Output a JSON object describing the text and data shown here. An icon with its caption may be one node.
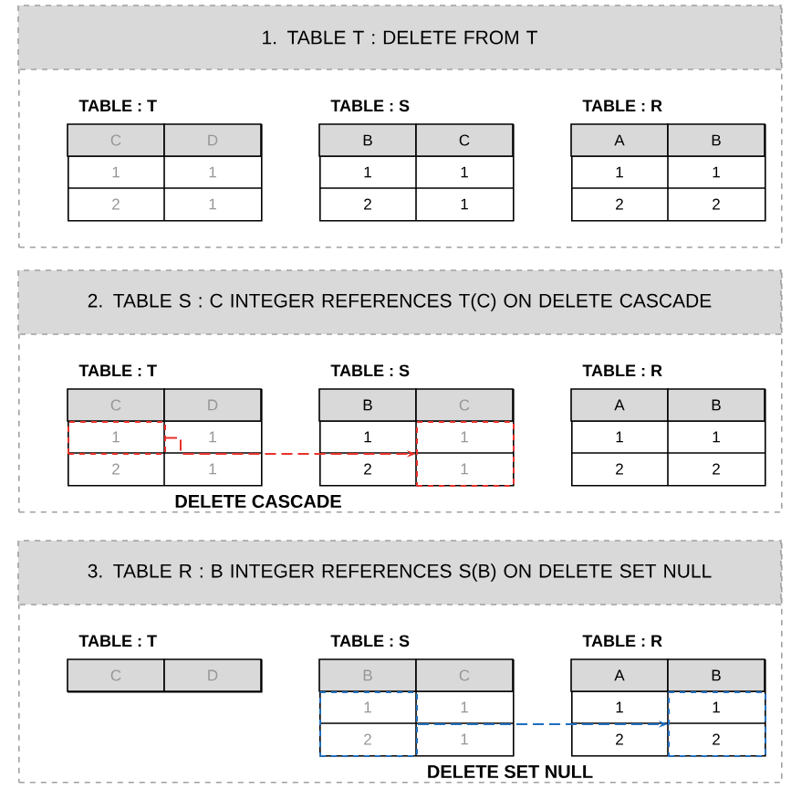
{
  "diagram": {
    "nodes": [
      {
        "text": [
          "1. TABLE T : DELETE FROM T"
        ]
      },
      {
        "text": [
          "TABLE : T",
          "C",
          "D",
          "1",
          "1",
          "2",
          "1"
        ],
        "in": 0
      },
      {
        "text": [
          "TABLE : S",
          "B",
          "C",
          "1",
          "1",
          "2",
          "1"
        ],
        "in": 0
      },
      {
        "text": [
          "TABLE : R",
          "A",
          "B",
          "1",
          "1",
          "2",
          "2"
        ],
        "in": 0
      },
      {
        "text": [
          "2. TABLE S : C INTEGER REFERENCES T(C) ON DELETE CASCADE"
        ]
      },
      {
        "text": [
          "TABLE : T",
          "C",
          "D",
          "1",
          "2",
          "1"
        ],
        "in": 4
      },
      {
        "text": [
          "TABLE : S",
          "B",
          "C",
          "1",
          "2"
        ],
        "in": 4
      },
      {
        "text": [
          "TABLE : R",
          "A",
          "B",
          "1",
          "1",
          "2",
          "2"
        ],
        "in": 4
      },
      {
        "text": [
          "1"
        ],
        "in": 5
      },
      {
        "text": [
          "1",
          "1"
        ],
        "in": 6
      },
      {
        "text": [
          "3. TABLE R : B INTEGER REFERENCES S(B) ON DELETE SET NULL"
        ]
      },
      {
        "text": [
          "TABLE : T",
          "C",
          "D"
        ],
        "in": 10
      },
      {
        "text": [
          "TABLE : S",
          "B",
          "C",
          "1",
          "1"
        ],
        "in": 10
      },
      {
        "text": [
          "TABLE : R",
          "A",
          "B",
          "1",
          "2"
        ],
        "in": 10
      },
      {
        "text": [
          "1",
          "2"
        ],
        "in": 12
      },
      {
        "text": [
          "1",
          "2"
        ],
        "in": 13
      }
    ],
    "edges": [
      {
        "from": 8,
        "to": 9,
        "arrow": "to",
        "label": "DELETE CASCADE",
        "style": "dashed",
        "color": "#e8302a"
      },
      {
        "from": 14,
        "to": 15,
        "arrow": "to",
        "label": "DELETE SET NULL",
        "style": "dashed",
        "color": "#1f6fbf"
      }
    ]
  }
}
